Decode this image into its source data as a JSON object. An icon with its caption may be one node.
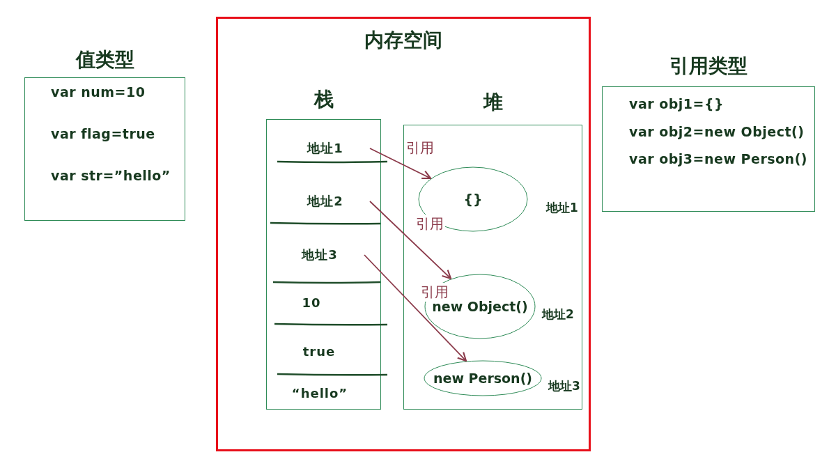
{
  "diagram": {
    "nodes": [
      {
        "text": [
          "值类型",
          "var num=10",
          "var flag=true",
          "var str=”hello”"
        ]
      },
      {
        "text": [
          "内存空间"
        ]
      },
      {
        "text": [
          "栈"
        ],
        "in": 1
      },
      {
        "text": [
          "地址1"
        ],
        "in": 2
      },
      {
        "text": [
          "地址2"
        ],
        "in": 2
      },
      {
        "text": [
          "地址3"
        ],
        "in": 2
      },
      {
        "text": [
          "10"
        ],
        "in": 2
      },
      {
        "text": [
          "true"
        ],
        "in": 2
      },
      {
        "text": [
          "“hello”"
        ],
        "in": 2
      },
      {
        "text": [
          "堆"
        ],
        "in": 1
      },
      {
        "text": [
          "{}"
        ],
        "in": 9,
        "beside": [
          "地址1"
        ]
      },
      {
        "text": [
          "new Object()"
        ],
        "in": 9,
        "beside": [
          "地址2"
        ]
      },
      {
        "text": [
          "new Person()"
        ],
        "in": 9,
        "beside": [
          "地址3"
        ]
      },
      {
        "text": [
          "引用类型",
          "var obj1={}",
          "var obj2=new Object()",
          "var obj3=new Person()"
        ]
      }
    ],
    "edges": [
      {
        "from": 3,
        "to": 10,
        "arrow": "to",
        "label": "引用",
        "color": "#8b3a4a"
      },
      {
        "from": 4,
        "to": 11,
        "arrow": "to",
        "label": "引用",
        "color": "#8b3a4a"
      },
      {
        "from": 5,
        "to": 12,
        "arrow": "to",
        "label": "引用",
        "color": "#8b3a4a"
      }
    ]
  }
}
